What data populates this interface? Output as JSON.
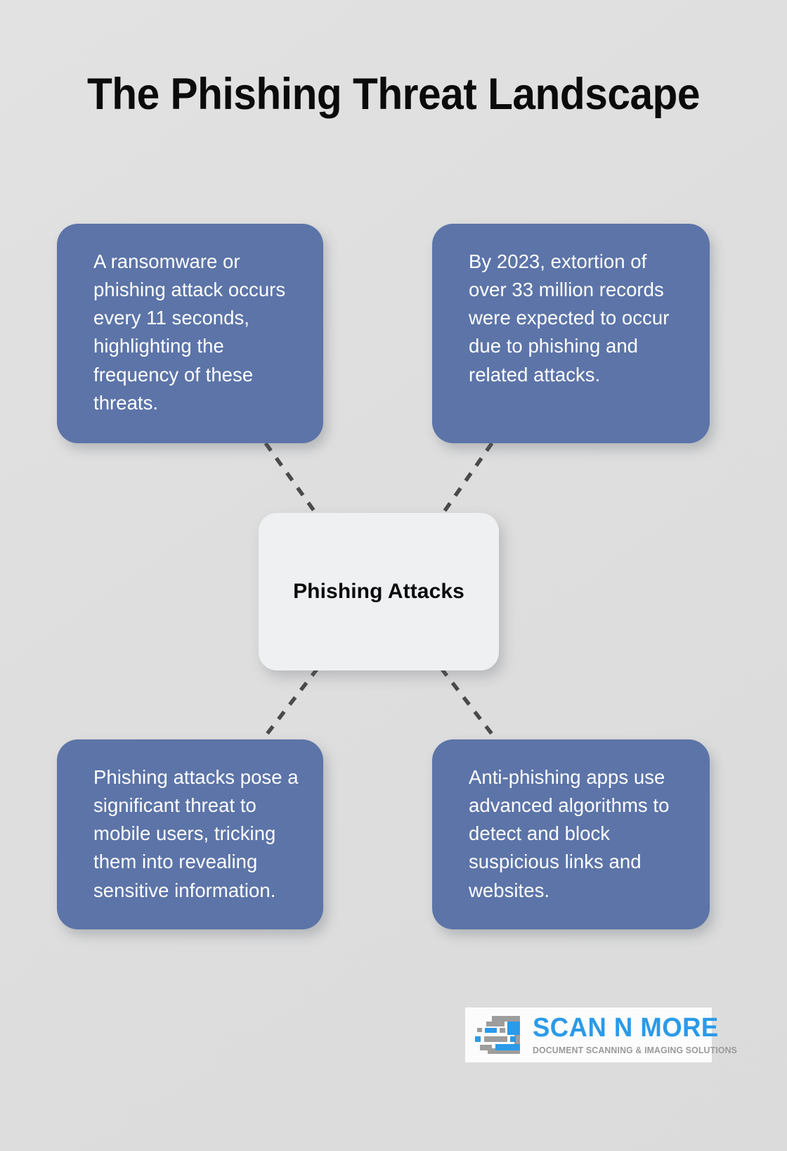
{
  "page": {
    "title": "The Phishing Threat Landscape",
    "background_color": "#dedede",
    "card_color": "#5c74a8",
    "center_color": "#eff0f2",
    "connector_color": "#4a4a4a",
    "accent_color": "#2b9ae8"
  },
  "center": {
    "label": "Phishing Attacks"
  },
  "cards": [
    {
      "id": "top-left",
      "text": "A ransomware or phishing attack occurs every 11 seconds, highlighting the frequency of these threats."
    },
    {
      "id": "top-right",
      "text": "By 2023, extortion of over 33 million records were expected to occur due to phishing and related attacks."
    },
    {
      "id": "bottom-left",
      "text": "Phishing attacks pose a significant threat to mobile users, tricking them into revealing sensitive information."
    },
    {
      "id": "bottom-right",
      "text": "Anti-phishing apps use advanced algorithms to detect and block suspicious links and websites."
    }
  ],
  "logo": {
    "name": "SCAN N MORE",
    "tagline": "DOCUMENT SCANNING & IMAGING SOLUTIONS",
    "icon": "document-scan-icon",
    "name_color": "#2b9ae8",
    "tagline_color": "#9a9a9a"
  },
  "connectors": [
    {
      "id": "center-to-top-left",
      "from": "center",
      "to": "top-left"
    },
    {
      "id": "center-to-top-right",
      "from": "center",
      "to": "top-right"
    },
    {
      "id": "center-to-bottom-left",
      "from": "center",
      "to": "bottom-left"
    },
    {
      "id": "center-to-bottom-right",
      "from": "center",
      "to": "bottom-right"
    }
  ]
}
